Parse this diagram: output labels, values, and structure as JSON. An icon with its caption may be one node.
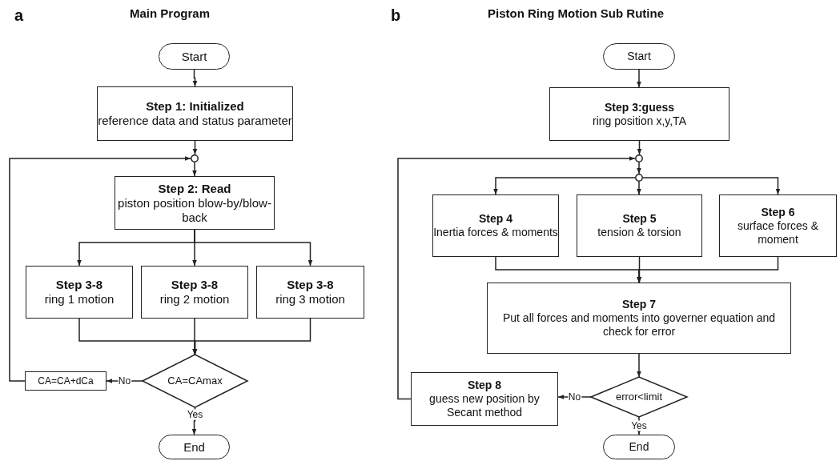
{
  "diagram": {
    "nodes": [
      {
        "text": [
          "Start"
        ]
      },
      {
        "text": [
          "Step 1: Initialized",
          "reference data and status parameter"
        ]
      },
      {
        "text": [],
        "shape": "circle"
      },
      {
        "text": [
          "Step 2: Read",
          "piston position blow-by/blow-back"
        ]
      },
      {
        "text": [
          "Step 3-8",
          "ring 1 motion"
        ]
      },
      {
        "text": [
          "Step 3-8",
          "ring 2 motion"
        ]
      },
      {
        "text": [
          "Step 3-8",
          "ring 3 motion"
        ]
      },
      {
        "text": [
          "CA=CAmax"
        ]
      },
      {
        "text": [
          "CA=CA+dCa"
        ]
      },
      {
        "text": [
          "End"
        ]
      },
      {
        "text": [
          "Start"
        ]
      },
      {
        "text": [
          "Step 3:guess",
          "ring position x,y,TA"
        ]
      },
      {
        "text": [],
        "shape": "circle"
      },
      {
        "text": [],
        "shape": "circle"
      },
      {
        "text": [
          "Step 4",
          "Inertia forces & moments"
        ]
      },
      {
        "text": [
          "Step 5",
          "tension & torsion"
        ]
      },
      {
        "text": [
          "Step 6",
          "surface forces & moment"
        ]
      },
      {
        "text": [
          "Step 7",
          "Put all forces and moments into governer equation and check for error"
        ]
      },
      {
        "text": [
          "error<limit"
        ]
      },
      {
        "text": [
          "Step 8",
          "guess new position by Secant method"
        ]
      },
      {
        "text": [
          "End"
        ]
      }
    ],
    "edges": [
      {
        "from": 0,
        "to": 1,
        "arrow": "to"
      },
      {
        "from": 1,
        "to": 2,
        "arrow": "to"
      },
      {
        "from": 2,
        "to": 3,
        "arrow": "to"
      },
      {
        "from": 3,
        "to": 4,
        "arrow": "to"
      },
      {
        "from": 3,
        "to": 5,
        "arrow": "to"
      },
      {
        "from": 3,
        "to": 6,
        "arrow": "to"
      },
      {
        "from": 4,
        "to": 7,
        "arrow": "to"
      },
      {
        "from": 5,
        "to": 7,
        "arrow": "to"
      },
      {
        "from": 6,
        "to": 7,
        "arrow": "to"
      },
      {
        "from": 7,
        "to": 8,
        "arrow": "to",
        "label": "No"
      },
      {
        "from": 8,
        "to": 2,
        "arrow": "to"
      },
      {
        "from": 7,
        "to": 9,
        "arrow": "to",
        "label": "Yes"
      },
      {
        "from": 10,
        "to": 11,
        "arrow": "to"
      },
      {
        "from": 11,
        "to": 12,
        "arrow": "to"
      },
      {
        "from": 12,
        "to": 13,
        "arrow": "to"
      },
      {
        "from": 13,
        "to": 14,
        "arrow": "to"
      },
      {
        "from": 13,
        "to": 15,
        "arrow": "to"
      },
      {
        "from": 13,
        "to": 16,
        "arrow": "to"
      },
      {
        "from": 14,
        "to": 17,
        "arrow": "to"
      },
      {
        "from": 15,
        "to": 17,
        "arrow": "to"
      },
      {
        "from": 16,
        "to": 17,
        "arrow": "to"
      },
      {
        "from": 17,
        "to": 18,
        "arrow": "to"
      },
      {
        "from": 18,
        "to": 19,
        "arrow": "to",
        "label": "No"
      },
      {
        "from": 19,
        "to": 12,
        "arrow": "to"
      },
      {
        "from": 18,
        "to": 20,
        "arrow": "to",
        "label": "Yes"
      }
    ],
    "labels": [
      "a",
      "Main Program",
      "b",
      "Piston Ring Motion Sub Rutine"
    ]
  }
}
